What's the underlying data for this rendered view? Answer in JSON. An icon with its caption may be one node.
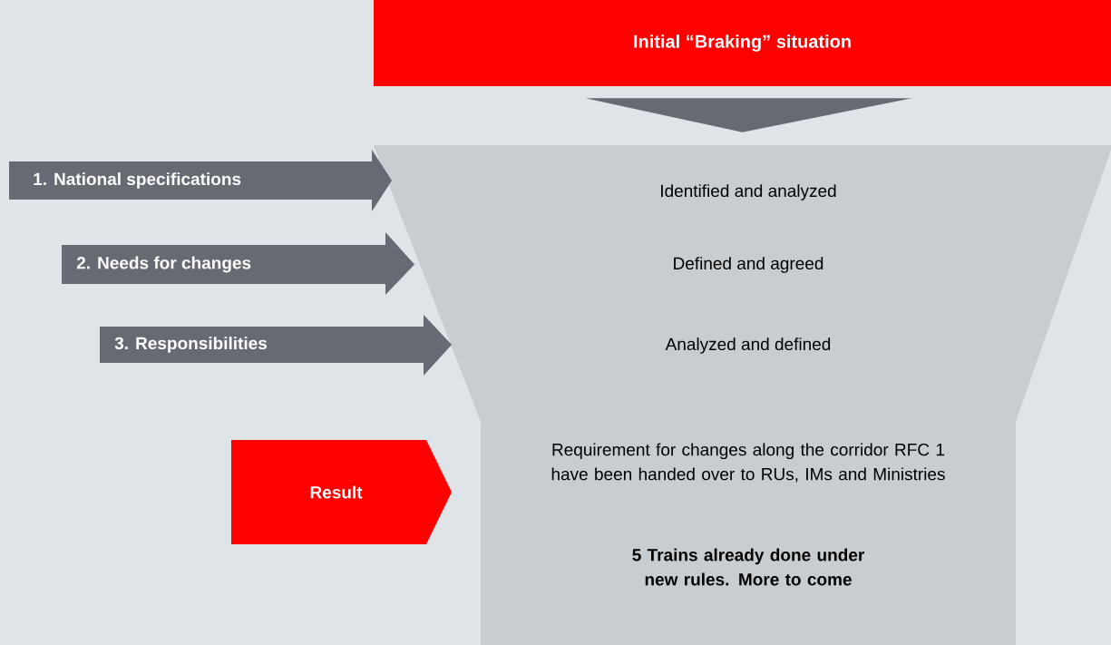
{
  "diagram": {
    "nodes": [
      {
        "text": [
          "Initial “Braking” situation"
        ]
      },
      {
        "text": [
          "Identified and analyzed",
          "Defined and agreed",
          "Analyzed and defined",
          "Requirement for changes along the corridor RFC 1 have been handed over to RUs, IMs and Ministries",
          "5 Trains already done under new rules. More to come"
        ]
      },
      {
        "text": [
          "1. National specifications"
        ]
      },
      {
        "text": [
          "2. Needs for changes"
        ]
      },
      {
        "text": [
          "3. Responsibilities"
        ]
      },
      {
        "text": [
          "Result"
        ]
      }
    ],
    "edges": [
      {
        "from": 0,
        "to": 1,
        "arrow": "to"
      }
    ]
  }
}
